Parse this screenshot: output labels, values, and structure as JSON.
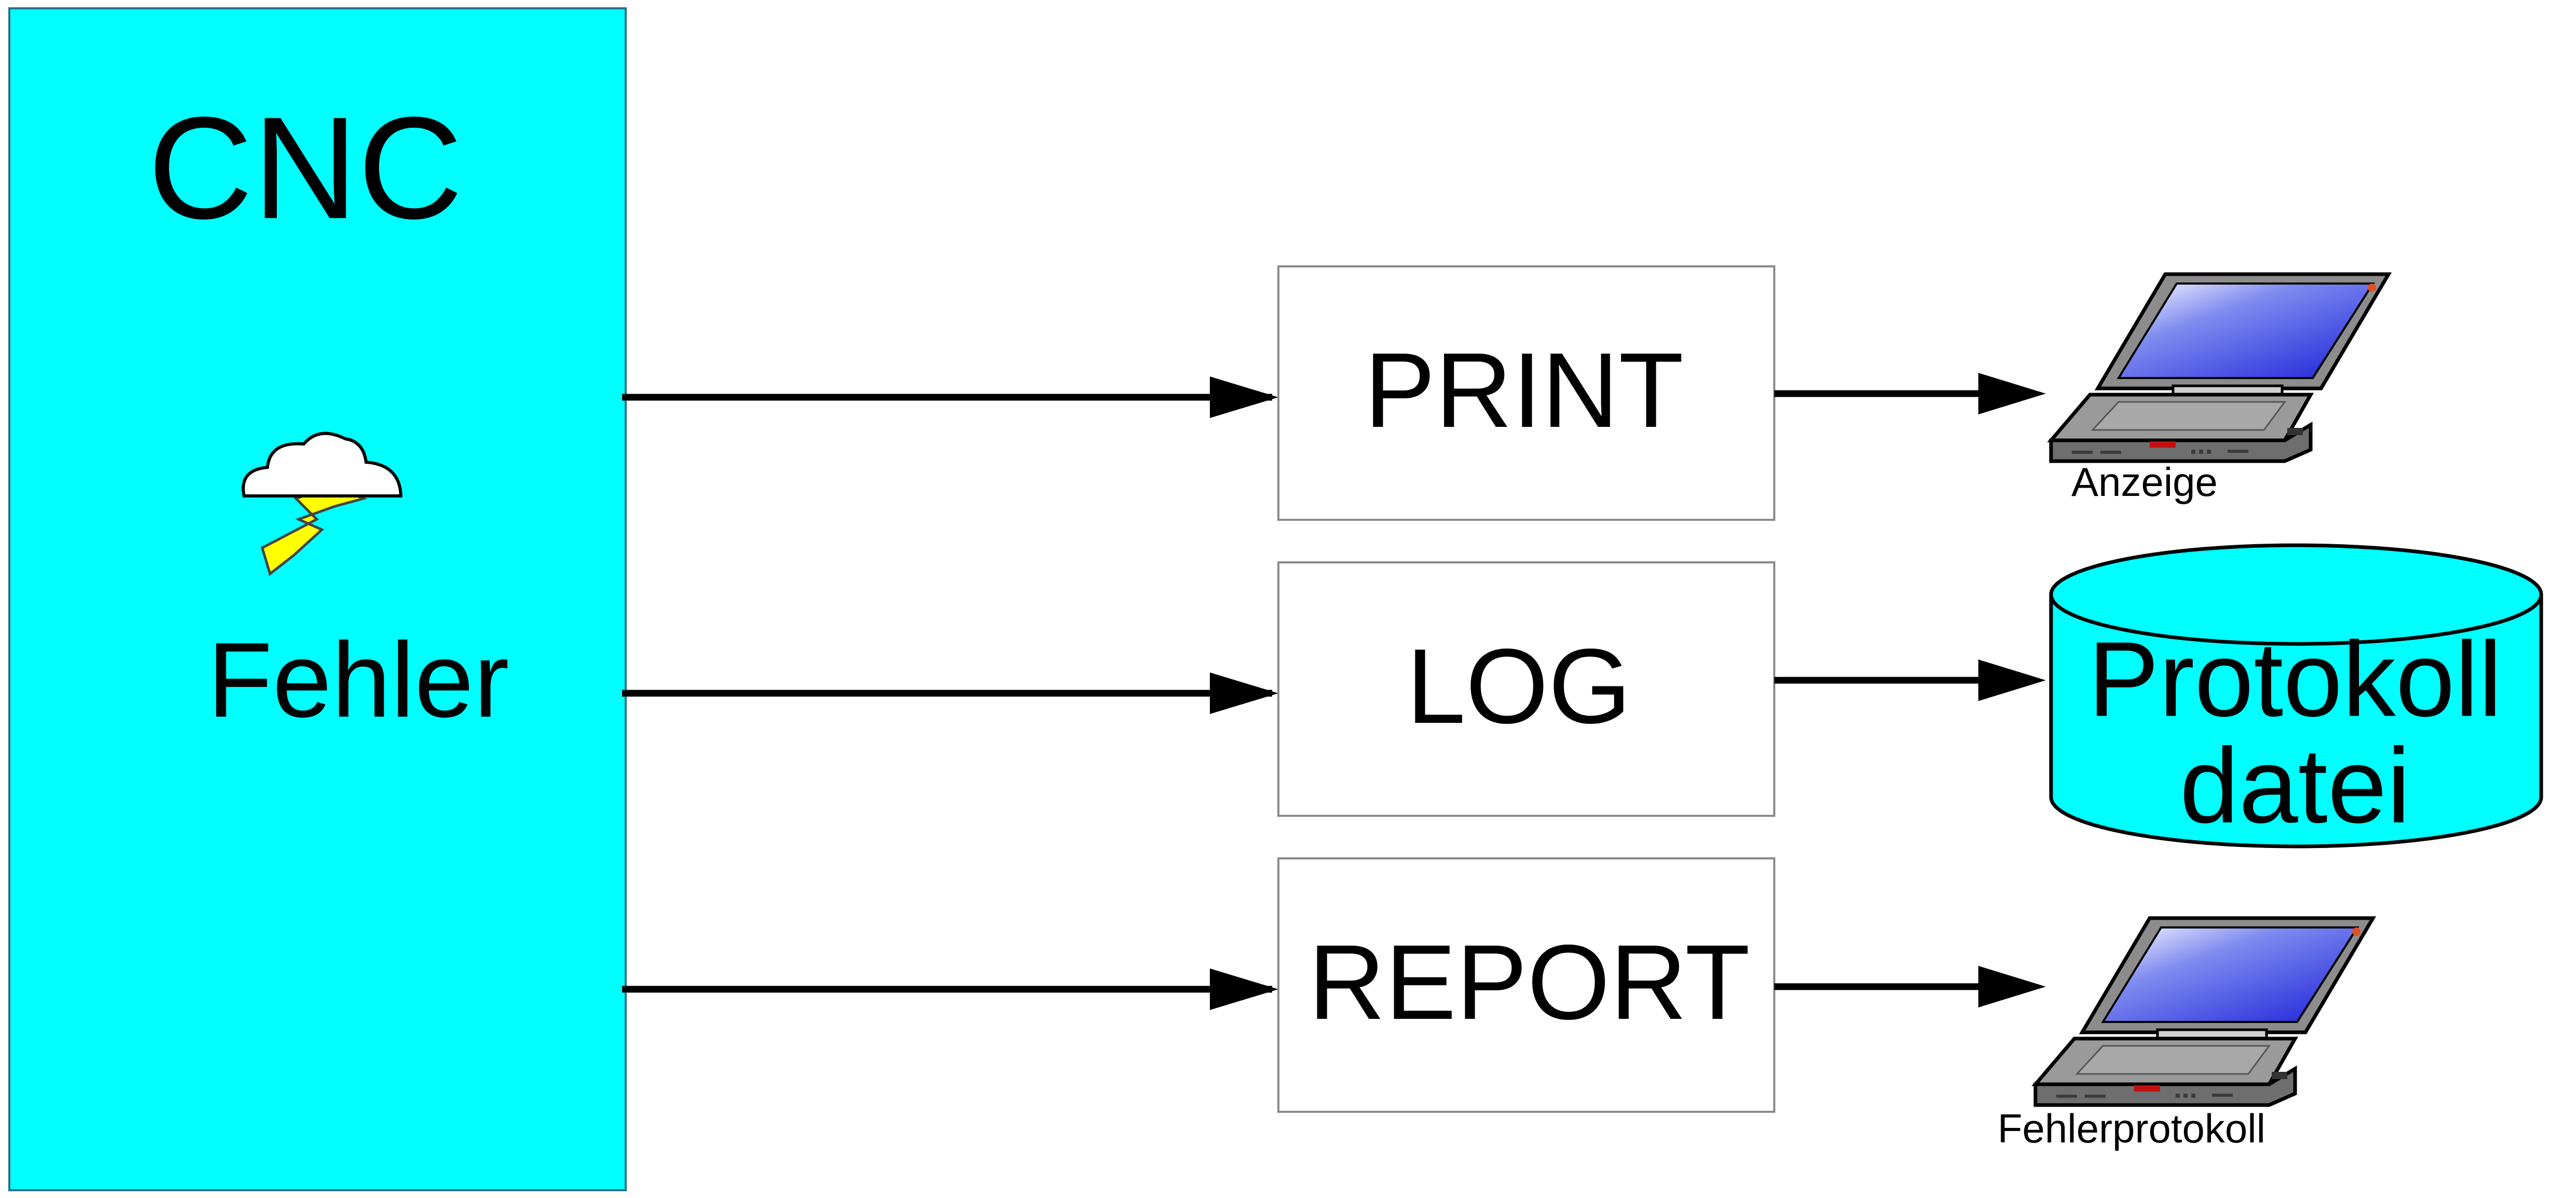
{
  "cnc": {
    "title": "CNC",
    "label": "Fehler",
    "fill": "#00FFFF"
  },
  "channels": [
    {
      "label": "PRINT",
      "target_label": "Anzeige"
    },
    {
      "label": "LOG",
      "target_label": "Protokoll\ndatei"
    },
    {
      "label": "REPORT",
      "target_label": "Fehlerprotokoll"
    }
  ],
  "icons": {
    "error": "storm-cloud-lightning-icon",
    "display": "laptop-icon",
    "logfile": "database-cylinder-icon",
    "report": "laptop-icon"
  },
  "colors": {
    "cnc_fill": "#00FFFF",
    "database_fill": "#00FFFF",
    "lightning": "#FFFF00",
    "laptop_screen": "#1A2EE6",
    "laptop_body": "#8C8C8C"
  }
}
